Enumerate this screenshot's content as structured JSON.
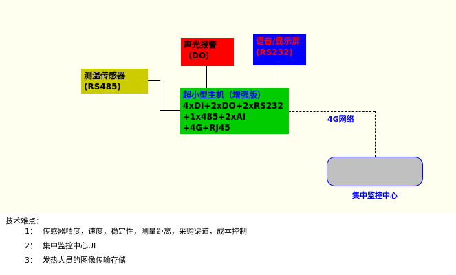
{
  "colors": {
    "background_top": "#fffff0",
    "background_bottom": "#ffffff",
    "sensor_box": "#cccc00",
    "alarm_box": "#ff0000",
    "display_box": "#0000ff",
    "host_box": "#00cc00",
    "center_box": "#c0c0c0",
    "center_border": "#0000ff",
    "blue_text": "#0000ff",
    "red_text": "#ff0000",
    "black_text": "#000000"
  },
  "nodes": {
    "sensor": {
      "line1": "测温传感器",
      "line2": "(RS485)"
    },
    "alarm": {
      "line1": "声光报警",
      "line2": "（DO）"
    },
    "display": {
      "line1": "语音/显示屏",
      "line2": "(RS232)"
    },
    "host": {
      "title": "超小型主机（增强版）",
      "spec1": "4xDI+2xDO+2xRS232",
      "spec2": "+1x485+2xAI",
      "spec3": "+4G+RJ45"
    },
    "center": {
      "label": "集中监控中心"
    }
  },
  "labels": {
    "network": "4G网络"
  },
  "notes": {
    "title": "技术难点：",
    "items": [
      {
        "num": "1：",
        "text": "传感器精度，速度，稳定性，测量距离，采购渠道，成本控制"
      },
      {
        "num": "2：",
        "text": "集中监控中心UI"
      },
      {
        "num": "3：",
        "text": "发热人员的图像传输存储"
      }
    ]
  }
}
